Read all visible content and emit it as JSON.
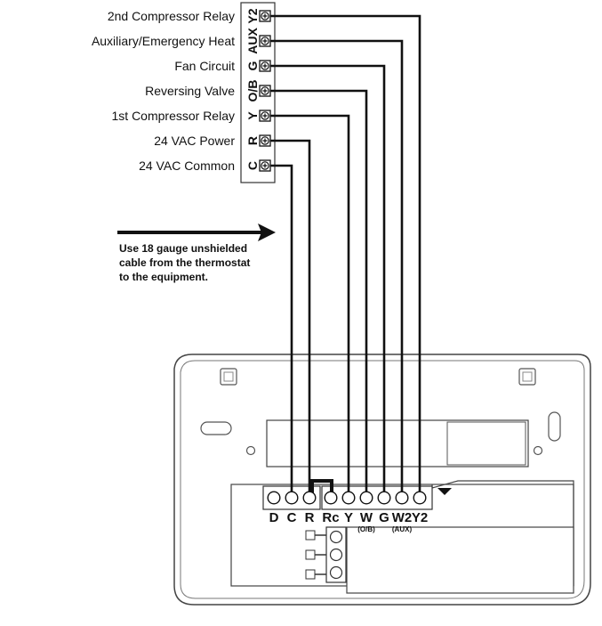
{
  "equipment_terminals": [
    {
      "label": "2nd Compressor Relay",
      "code": "Y2"
    },
    {
      "label": "Auxiliary/Emergency Heat",
      "code": "AUX"
    },
    {
      "label": "Fan Circuit",
      "code": "G"
    },
    {
      "label": "Reversing Valve",
      "code": "O/B"
    },
    {
      "label": "1st Compressor Relay",
      "code": "Y"
    },
    {
      "label": "24 VAC Power",
      "code": "R"
    },
    {
      "label": "24 VAC Common",
      "code": "C"
    }
  ],
  "note": {
    "lines": [
      "Use 18 gauge unshielded",
      "cable from the thermostat",
      "to the equipment."
    ]
  },
  "thermostat_terminals": [
    {
      "label": "D",
      "sub": ""
    },
    {
      "label": "C",
      "sub": ""
    },
    {
      "label": "R",
      "sub": ""
    },
    {
      "label": "Rc",
      "sub": ""
    },
    {
      "label": "Y",
      "sub": ""
    },
    {
      "label": "W",
      "sub": "(O/B)"
    },
    {
      "label": "G",
      "sub": ""
    },
    {
      "label": "W2",
      "sub": "(AUX)"
    },
    {
      "label": "Y2",
      "sub": ""
    }
  ],
  "connections": [
    {
      "from": "Y2",
      "to": "Y2"
    },
    {
      "from": "AUX",
      "to": "W2"
    },
    {
      "from": "G",
      "to": "G"
    },
    {
      "from": "O/B",
      "to": "W"
    },
    {
      "from": "Y",
      "to": "Y"
    },
    {
      "from": "R",
      "to": "R"
    },
    {
      "from": "C",
      "to": "C"
    }
  ]
}
